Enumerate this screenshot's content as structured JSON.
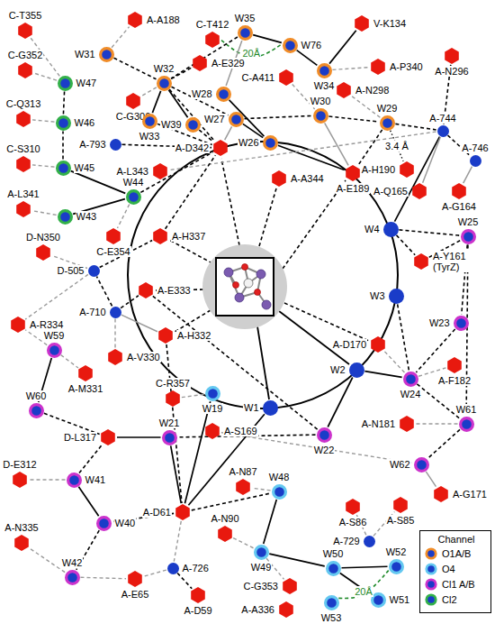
{
  "diagram": {
    "nodes": [
      {
        "text": [
          "C-T355"
        ]
      },
      {
        "text": [
          "C-G352"
        ]
      },
      {
        "text": [
          "W47"
        ]
      },
      {
        "text": [
          "C-Q313"
        ]
      },
      {
        "text": [
          "W46"
        ]
      },
      {
        "text": [
          "C-S310"
        ]
      },
      {
        "text": [
          "W45"
        ]
      },
      {
        "text": [
          "A-L341"
        ]
      },
      {
        "text": [
          "W43"
        ]
      },
      {
        "text": [
          "W44"
        ]
      },
      {
        "text": [
          "C-E354"
        ]
      },
      {
        "text": [
          "A-793"
        ]
      },
      {
        "text": [
          "A-L343"
        ]
      },
      {
        "text": [
          "A-A188"
        ]
      },
      {
        "text": [
          "W31"
        ]
      },
      {
        "text": [
          "C-G306"
        ]
      },
      {
        "text": [
          "W32"
        ]
      },
      {
        "text": [
          "W33"
        ]
      },
      {
        "text": [
          "W39"
        ]
      },
      {
        "text": [
          "C-T412"
        ]
      },
      {
        "text": [
          "W35"
        ]
      },
      {
        "text": [
          "A-E329"
        ]
      },
      {
        "text": [
          "W28"
        ]
      },
      {
        "text": [
          "W27"
        ]
      },
      {
        "text": [
          "W26"
        ]
      },
      {
        "text": [
          "W76"
        ]
      },
      {
        "text": [
          "C-A411"
        ]
      },
      {
        "text": [
          "W34"
        ]
      },
      {
        "text": [
          "V-K134"
        ]
      },
      {
        "text": [
          "A-P340"
        ]
      },
      {
        "text": [
          "W30"
        ]
      },
      {
        "text": [
          "A-N298"
        ]
      },
      {
        "text": [
          "A-N296"
        ]
      },
      {
        "text": [
          "W29"
        ]
      },
      {
        "text": [
          "A-744"
        ]
      },
      {
        "text": [
          "A-746"
        ]
      },
      {
        "text": [
          "A-H190"
        ]
      },
      {
        "text": [
          "A-Q165"
        ]
      },
      {
        "text": [
          "A-G164"
        ]
      },
      {
        "text": [
          "A-D342"
        ]
      },
      {
        "text": [
          "A-A344"
        ]
      },
      {
        "text": [
          "A-E189"
        ]
      },
      {
        "text": [
          "W4"
        ]
      },
      {
        "text": [
          "A-Y161 (TyrZ)"
        ]
      },
      {
        "text": [
          "W25"
        ]
      },
      {
        "text": [
          "W3"
        ]
      },
      {
        "text": [
          "W23"
        ]
      },
      {
        "text": [
          "A-D170"
        ]
      },
      {
        "text": [
          "W2"
        ]
      },
      {
        "text": [
          "W24"
        ]
      },
      {
        "text": [
          "A-F182"
        ]
      },
      {
        "text": [
          "W22"
        ]
      },
      {
        "text": [
          "A-N181"
        ]
      },
      {
        "text": [
          "W61"
        ]
      },
      {
        "text": [
          "W62"
        ]
      },
      {
        "text": [
          "A-G171"
        ]
      },
      {
        "text": [
          "W1"
        ]
      },
      {
        "text": [
          "A-S169"
        ]
      },
      {
        "text": [
          "C-R357"
        ]
      },
      {
        "text": [
          "W19"
        ]
      },
      {
        "text": [
          "A-E333"
        ]
      },
      {
        "text": [
          "A-H337"
        ]
      },
      {
        "text": [
          "A-H332"
        ]
      },
      {
        "text": [
          "D-505"
        ]
      },
      {
        "text": [
          "D-N350"
        ]
      },
      {
        "text": [
          "A-R334"
        ]
      },
      {
        "text": [
          "A-710"
        ]
      },
      {
        "text": [
          "A-V330"
        ]
      },
      {
        "text": [
          "A-M331"
        ]
      },
      {
        "text": [
          "W59"
        ]
      },
      {
        "text": [
          "W60"
        ]
      },
      {
        "text": [
          "D-L317"
        ]
      },
      {
        "text": [
          "W21"
        ]
      },
      {
        "text": [
          "D-E312"
        ]
      },
      {
        "text": [
          "W41"
        ]
      },
      {
        "text": [
          "A-N335"
        ]
      },
      {
        "text": [
          "W40"
        ]
      },
      {
        "text": [
          "W42"
        ]
      },
      {
        "text": [
          "A-E65"
        ]
      },
      {
        "text": [
          "A-D61"
        ]
      },
      {
        "text": [
          "A-726"
        ]
      },
      {
        "text": [
          "A-D59"
        ]
      },
      {
        "text": [
          "A-N87"
        ]
      },
      {
        "text": [
          "W48"
        ]
      },
      {
        "text": [
          "A-N90"
        ]
      },
      {
        "text": [
          "W49"
        ]
      },
      {
        "text": [
          "C-G353"
        ]
      },
      {
        "text": [
          "A-A336"
        ]
      },
      {
        "text": [
          "A-S86"
        ]
      },
      {
        "text": [
          "A-S85"
        ]
      },
      {
        "text": [
          "A-729"
        ]
      },
      {
        "text": [
          "W50"
        ]
      },
      {
        "text": [
          "W52"
        ]
      },
      {
        "text": [
          "W51"
        ]
      },
      {
        "text": [
          "W53"
        ]
      }
    ],
    "edges": [
      {
        "from": 19,
        "to": 25,
        "arrow": "none",
        "label": "20Å"
      },
      {
        "from": 20,
        "to": 25,
        "arrow": "none"
      },
      {
        "from": 20,
        "to": 16,
        "arrow": "none"
      },
      {
        "from": 20,
        "to": 22,
        "arrow": "none"
      },
      {
        "from": 25,
        "to": 27,
        "arrow": "none"
      },
      {
        "from": 27,
        "to": 28,
        "arrow": "none"
      },
      {
        "from": 27,
        "to": 29,
        "arrow": "none"
      },
      {
        "from": 14,
        "to": 13,
        "arrow": "none"
      },
      {
        "from": 14,
        "to": 16,
        "arrow": "none"
      },
      {
        "from": 16,
        "to": 21,
        "arrow": "none"
      },
      {
        "from": 16,
        "to": 17,
        "arrow": "none"
      },
      {
        "from": 16,
        "to": 18,
        "arrow": "none"
      },
      {
        "from": 16,
        "to": 23,
        "arrow": "none"
      },
      {
        "from": 16,
        "to": 39,
        "arrow": "none"
      },
      {
        "from": 16,
        "to": 15,
        "arrow": "none"
      },
      {
        "from": 17,
        "to": 39,
        "arrow": "none"
      },
      {
        "from": 18,
        "to": 39,
        "arrow": "none"
      },
      {
        "from": 22,
        "to": 24,
        "arrow": "none"
      },
      {
        "from": 23,
        "to": 24,
        "arrow": "none"
      },
      {
        "from": 23,
        "to": 30,
        "arrow": "none"
      },
      {
        "from": 23,
        "to": 39,
        "arrow": "none"
      },
      {
        "from": 24,
        "to": 41,
        "arrow": "none"
      },
      {
        "from": 30,
        "to": 33,
        "arrow": "none"
      },
      {
        "from": 30,
        "to": 41,
        "arrow": "none"
      },
      {
        "from": 26,
        "to": 30,
        "arrow": "none"
      },
      {
        "from": 33,
        "to": 31,
        "arrow": "none"
      },
      {
        "from": 33,
        "to": 34,
        "arrow": "none"
      },
      {
        "from": 33,
        "to": 41,
        "arrow": "none"
      },
      {
        "from": 33,
        "to": 36,
        "arrow": "none",
        "label": "3.4 Å"
      },
      {
        "from": 34,
        "to": 32,
        "arrow": "none"
      },
      {
        "from": 34,
        "to": 35,
        "arrow": "none"
      },
      {
        "from": 34,
        "to": 42,
        "arrow": "none"
      },
      {
        "from": 34,
        "to": 37,
        "arrow": "none"
      },
      {
        "from": 35,
        "to": 38,
        "arrow": "none"
      },
      {
        "from": 34,
        "to": 12,
        "arrow": "none"
      },
      {
        "from": 42,
        "to": 43,
        "arrow": "none"
      },
      {
        "from": 42,
        "to": 44,
        "arrow": "none"
      },
      {
        "from": 43,
        "to": 44,
        "arrow": "none"
      },
      {
        "from": 44,
        "to": 46,
        "arrow": "none"
      },
      {
        "from": 45,
        "to": 49,
        "arrow": "none"
      },
      {
        "from": 46,
        "to": 49,
        "arrow": "none"
      },
      {
        "from": 49,
        "to": 48,
        "arrow": "none"
      },
      {
        "from": 49,
        "to": 47,
        "arrow": "none"
      },
      {
        "from": 49,
        "to": 50,
        "arrow": "none"
      },
      {
        "from": 49,
        "to": 53,
        "arrow": "none"
      },
      {
        "from": 48,
        "to": 51,
        "arrow": "none"
      },
      {
        "from": 53,
        "to": 52,
        "arrow": "none"
      },
      {
        "from": 53,
        "to": 54,
        "arrow": "none"
      },
      {
        "from": 44,
        "to": 53,
        "arrow": "none"
      },
      {
        "from": 54,
        "to": 55,
        "arrow": "none"
      },
      {
        "from": 57,
        "to": 54,
        "arrow": "none"
      },
      {
        "from": 56,
        "to": 79,
        "arrow": "none"
      },
      {
        "from": 51,
        "to": 60,
        "arrow": "none"
      },
      {
        "from": 51,
        "to": 72,
        "arrow": "none"
      },
      {
        "from": 59,
        "to": 79,
        "arrow": "none"
      },
      {
        "from": 59,
        "to": 58,
        "arrow": "none"
      },
      {
        "from": 72,
        "to": 79,
        "arrow": "none"
      },
      {
        "from": 72,
        "to": 71,
        "arrow": "none"
      },
      {
        "from": 79,
        "to": 76,
        "arrow": "none"
      },
      {
        "from": 79,
        "to": 80,
        "arrow": "none"
      },
      {
        "from": 79,
        "to": 83,
        "arrow": "none"
      },
      {
        "from": 62,
        "to": 79,
        "arrow": "none"
      },
      {
        "from": 83,
        "to": 85,
        "arrow": "none"
      },
      {
        "from": 83,
        "to": 82,
        "arrow": "none"
      },
      {
        "from": 85,
        "to": 86,
        "arrow": "none"
      },
      {
        "from": 85,
        "to": 91,
        "arrow": "none"
      },
      {
        "from": 85,
        "to": 84,
        "arrow": "none"
      },
      {
        "from": 91,
        "to": 92,
        "arrow": "none"
      },
      {
        "from": 91,
        "to": 93,
        "arrow": "none"
      },
      {
        "from": 94,
        "to": 92,
        "arrow": "none",
        "label": "20Å"
      },
      {
        "from": 80,
        "to": 81,
        "arrow": "none"
      },
      {
        "from": 80,
        "to": 78,
        "arrow": "none"
      },
      {
        "from": 76,
        "to": 74,
        "arrow": "none"
      },
      {
        "from": 76,
        "to": 77,
        "arrow": "none"
      },
      {
        "from": 74,
        "to": 73,
        "arrow": "none"
      },
      {
        "from": 74,
        "to": 71,
        "arrow": "none"
      },
      {
        "from": 77,
        "to": 75,
        "arrow": "none"
      },
      {
        "from": 77,
        "to": 78,
        "arrow": "none"
      },
      {
        "from": 70,
        "to": 71,
        "arrow": "none"
      },
      {
        "from": 70,
        "to": 69,
        "arrow": "none"
      },
      {
        "from": 69,
        "to": 65,
        "arrow": "none"
      },
      {
        "from": 69,
        "to": 68,
        "arrow": "none"
      },
      {
        "from": 63,
        "to": 65,
        "arrow": "none"
      },
      {
        "from": 63,
        "to": 64,
        "arrow": "none"
      },
      {
        "from": 63,
        "to": 61,
        "arrow": "none"
      },
      {
        "from": 66,
        "to": 62,
        "arrow": "none"
      },
      {
        "from": 66,
        "to": 60,
        "arrow": "none"
      },
      {
        "from": 66,
        "to": 67,
        "arrow": "none"
      },
      {
        "from": 66,
        "to": 63,
        "arrow": "none"
      },
      {
        "from": 90,
        "to": 88,
        "arrow": "none"
      },
      {
        "from": 90,
        "to": 89,
        "arrow": "none"
      },
      {
        "from": 9,
        "to": 8,
        "arrow": "none"
      },
      {
        "from": 9,
        "to": 6,
        "arrow": "none"
      },
      {
        "from": 9,
        "to": 10,
        "arrow": "none"
      },
      {
        "from": 9,
        "to": 39,
        "arrow": "none"
      },
      {
        "from": 6,
        "to": 4,
        "arrow": "none"
      },
      {
        "from": 4,
        "to": 2,
        "arrow": "none"
      },
      {
        "from": 4,
        "to": 3,
        "arrow": "none"
      },
      {
        "from": 6,
        "to": 5,
        "arrow": "none"
      },
      {
        "from": 8,
        "to": 7,
        "arrow": "none"
      },
      {
        "from": 2,
        "to": 1,
        "arrow": "none"
      },
      {
        "from": 2,
        "to": 0,
        "arrow": "none"
      },
      {
        "from": 11,
        "to": 39,
        "arrow": "none"
      },
      {
        "from": 61,
        "to": 39,
        "arrow": "none"
      }
    ],
    "labels": [
      "Channel"
    ],
    "legend": [
      {
        "text": "O1A/B",
        "color": "#f08c28"
      },
      {
        "text": "O4",
        "color": "#64c8f0"
      },
      {
        "text": "Cl1 A/B",
        "color": "#cc33cc"
      },
      {
        "text": "Cl2",
        "color": "#33b04a"
      }
    ]
  }
}
